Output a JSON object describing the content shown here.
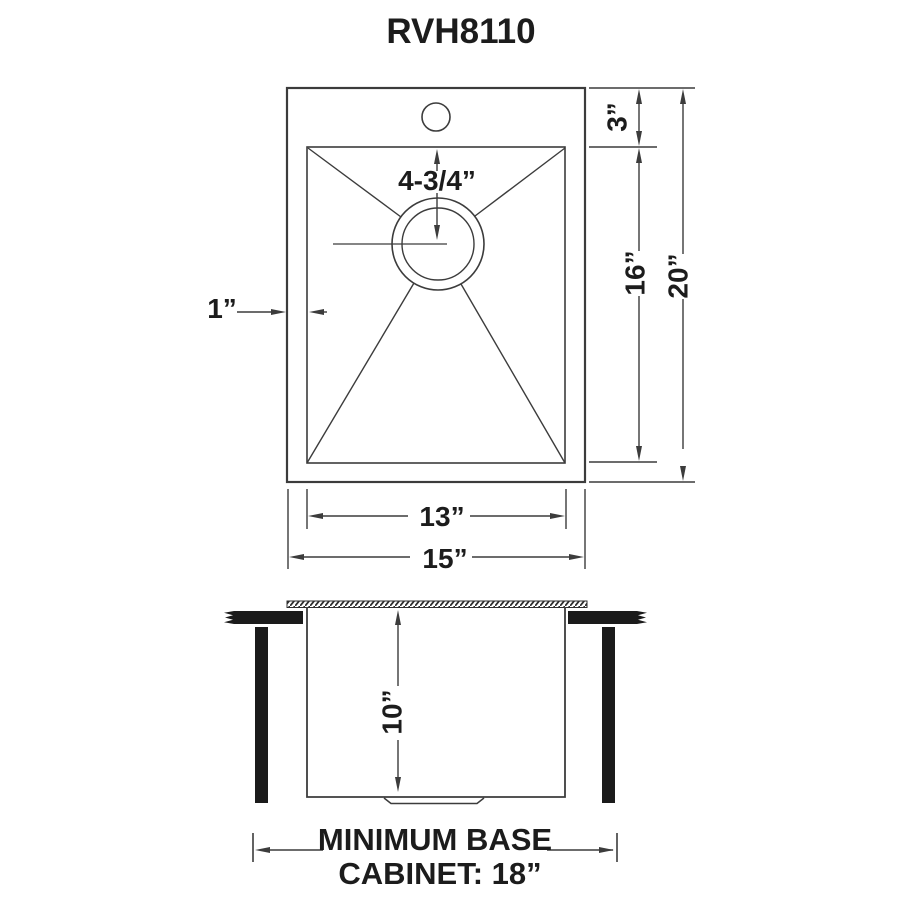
{
  "title": "RVH8110",
  "colors": {
    "line": "#3c3c3c",
    "solid_fill": "#1b1b1b",
    "background": "#ffffff"
  },
  "top_view": {
    "faucet_offset": "4-3/4”",
    "top_inset": "3”",
    "side_inset": "1”",
    "bowl_height": "16”",
    "overall_height": "20”",
    "bowl_width": "13”",
    "overall_width": "15”"
  },
  "side_view": {
    "bowl_depth": "10”",
    "cabinet_note_line1": "MINIMUM BASE",
    "cabinet_note_line2": "CABINET: 18”"
  }
}
